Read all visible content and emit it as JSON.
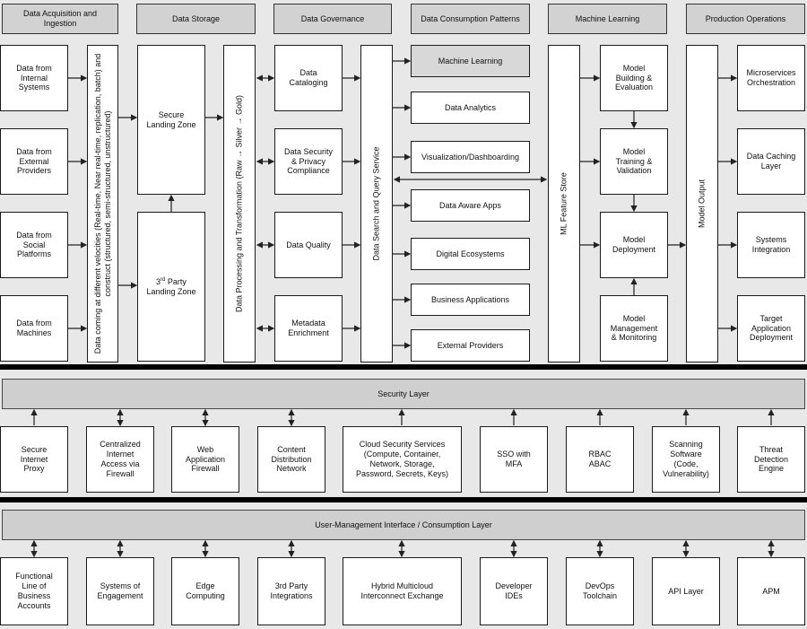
{
  "headers": {
    "ingestion": "Data Acquisition and\nIngestion",
    "storage": "Data Storage",
    "governance": "Data Governance",
    "consumption": "Data Consumption Patterns",
    "ml": "Machine Learning",
    "operations": "Production Operations"
  },
  "sources": [
    "Data from\nInternal\nSystems",
    "Data from\nExternal\nProviders",
    "Data from\nSocial\nPlatforms",
    "Data from\nMachines"
  ],
  "ingestion_vertical": "Data coming at different velocities (Real-time, Near real-time, replication, batch) and\nconstruct (structured, semi-structured, unstructured)",
  "storage": {
    "secure_landing": "Secure\nLanding Zone",
    "third_party_prefix": "3",
    "third_party_sup": "rd",
    "third_party_rest": " Party\nLanding Zone"
  },
  "processing_vertical": "Data Processing and Transformation (Raw → Silver → Gold)",
  "governance_items": [
    "Data\nCataloging",
    "Data Security\n& Privacy\nCompliance",
    "Data Quality",
    "Metadata\nEnrichment"
  ],
  "search_vertical": "Data Search and Query Service",
  "consumption_items": [
    "Machine Learning",
    "Data Analytics",
    "Visualization/Dashboarding",
    "Data Aware Apps",
    "Digital Ecosystems",
    "Business Applications",
    "External Providers"
  ],
  "feature_store_vertical": "ML Feature Store",
  "ml_items": [
    "Model\nBuilding &\nEvaluation",
    "Model\nTraining &\nValidation",
    "Model\nDeployment",
    "Model\nManagement\n& Monitoring"
  ],
  "model_output_vertical": "Model Output",
  "operations_items": [
    "Microservices\nOrchestration",
    "Data Caching\nLayer",
    "Systems\nIntegration",
    "Target\nApplication\nDeployment"
  ],
  "security_layer": "Security Layer",
  "security_items": [
    "Secure\nInternet\nProxy",
    "Centralized\nInternet\nAccess via\nFirewall",
    "Web\nApplication\nFirewall",
    "Content\nDistribution\nNetwork",
    "Cloud Security Services\n(Compute, Container,\nNetwork, Storage,\nPassword, Secrets, Keys)",
    "SSO with\nMFA",
    "RBAC\nABAC",
    "Scanning\nSoftware\n(Code,\nVulnerability)",
    "Threat\nDetection\nEngine"
  ],
  "user_layer": "User-Management Interface / Consumption Layer",
  "user_items": [
    "Functional\nLine of\nBusiness\nAccounts",
    "Systems of\nEngagement",
    "Edge\nComputing",
    "3rd Party\nIntegrations",
    "Hybrid Multicloud\nInterconnect Exchange",
    "Developer\nIDEs",
    "DevOps\nToolchain",
    "API Layer",
    "APM"
  ]
}
